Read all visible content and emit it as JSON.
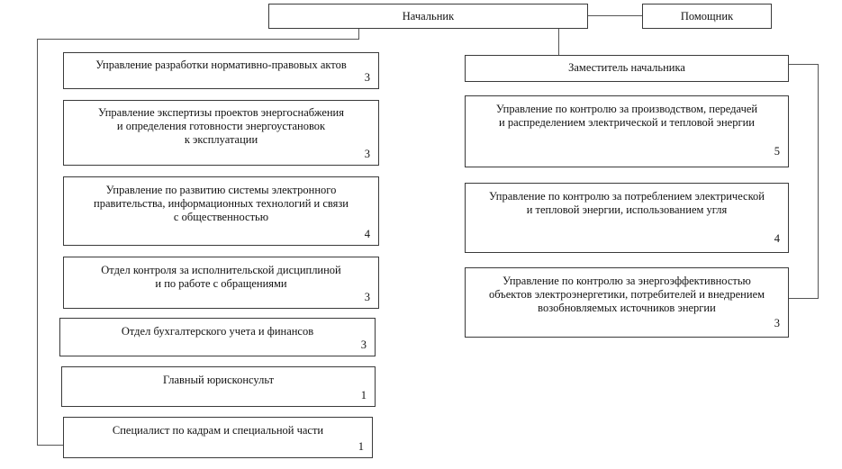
{
  "chief": {
    "label": "Начальник"
  },
  "assistant": {
    "label": "Помощник"
  },
  "deputy": {
    "label": "Заместитель начальника"
  },
  "left_units": [
    {
      "label": "Управление разработки нормативно-правовых актов",
      "count": "3"
    },
    {
      "label": "Управление экспертизы проектов энергоснабжения\nи определения готовности энергоустановок\nк эксплуатации",
      "count": "3"
    },
    {
      "label": "Управление по развитию системы электронного\nправительства, информационных технологий и связи\nс общественностью",
      "count": "4"
    },
    {
      "label": "Отдел контроля за исполнительской дисциплиной\nи по работе с обращениями",
      "count": "3"
    },
    {
      "label": "Отдел бухгалтерского учета и финансов",
      "count": "3"
    },
    {
      "label": "Главный юрисконсульт",
      "count": "1"
    },
    {
      "label": "Специалист по кадрам и специальной части",
      "count": "1"
    }
  ],
  "right_units": [
    {
      "label": "Управление по контролю за производством, передачей\nи распределением электрической и тепловой энергии",
      "count": "5"
    },
    {
      "label": "Управление по контролю за потреблением электрической\nи тепловой энергии, использованием угля",
      "count": "4"
    },
    {
      "label": "Управление по контролю за энергоэффективностью\nобъектов электроэнергетики, потребителей и внедрением\nвозобновляемых источников энергии",
      "count": "3"
    }
  ]
}
